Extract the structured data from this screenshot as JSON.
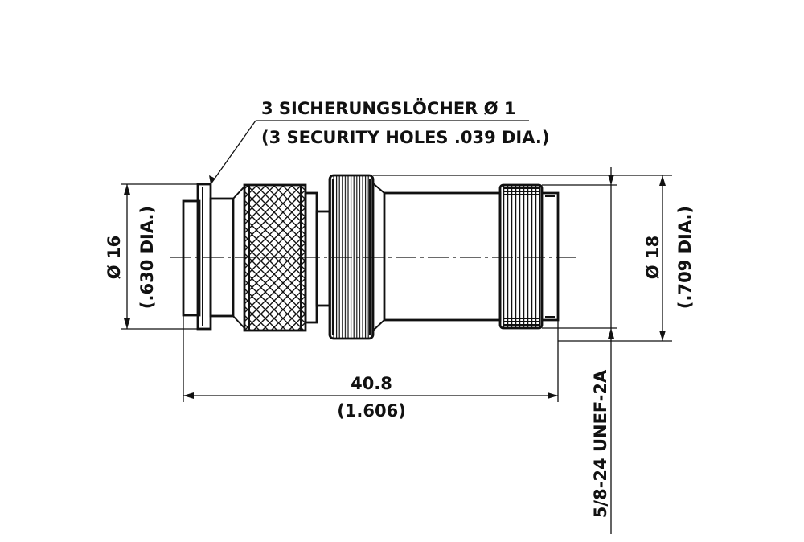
{
  "note": {
    "line1": "3 SICHERUNGSLÖCHER  Ø 1",
    "line2": "(3 SECURITY HOLES .039 DIA.)"
  },
  "dimensions": {
    "left_dia_mm": "Ø 16",
    "left_dia_in": "(.630 DIA.)",
    "right_dia_mm": "Ø 18",
    "right_dia_in": "(.709 DIA.)",
    "length_mm": "40.8",
    "length_in": "(1.606)",
    "thread": "5/8-24 UNEF-2A"
  },
  "colors": {
    "ink": "#111111",
    "paper": "#ffffff"
  }
}
